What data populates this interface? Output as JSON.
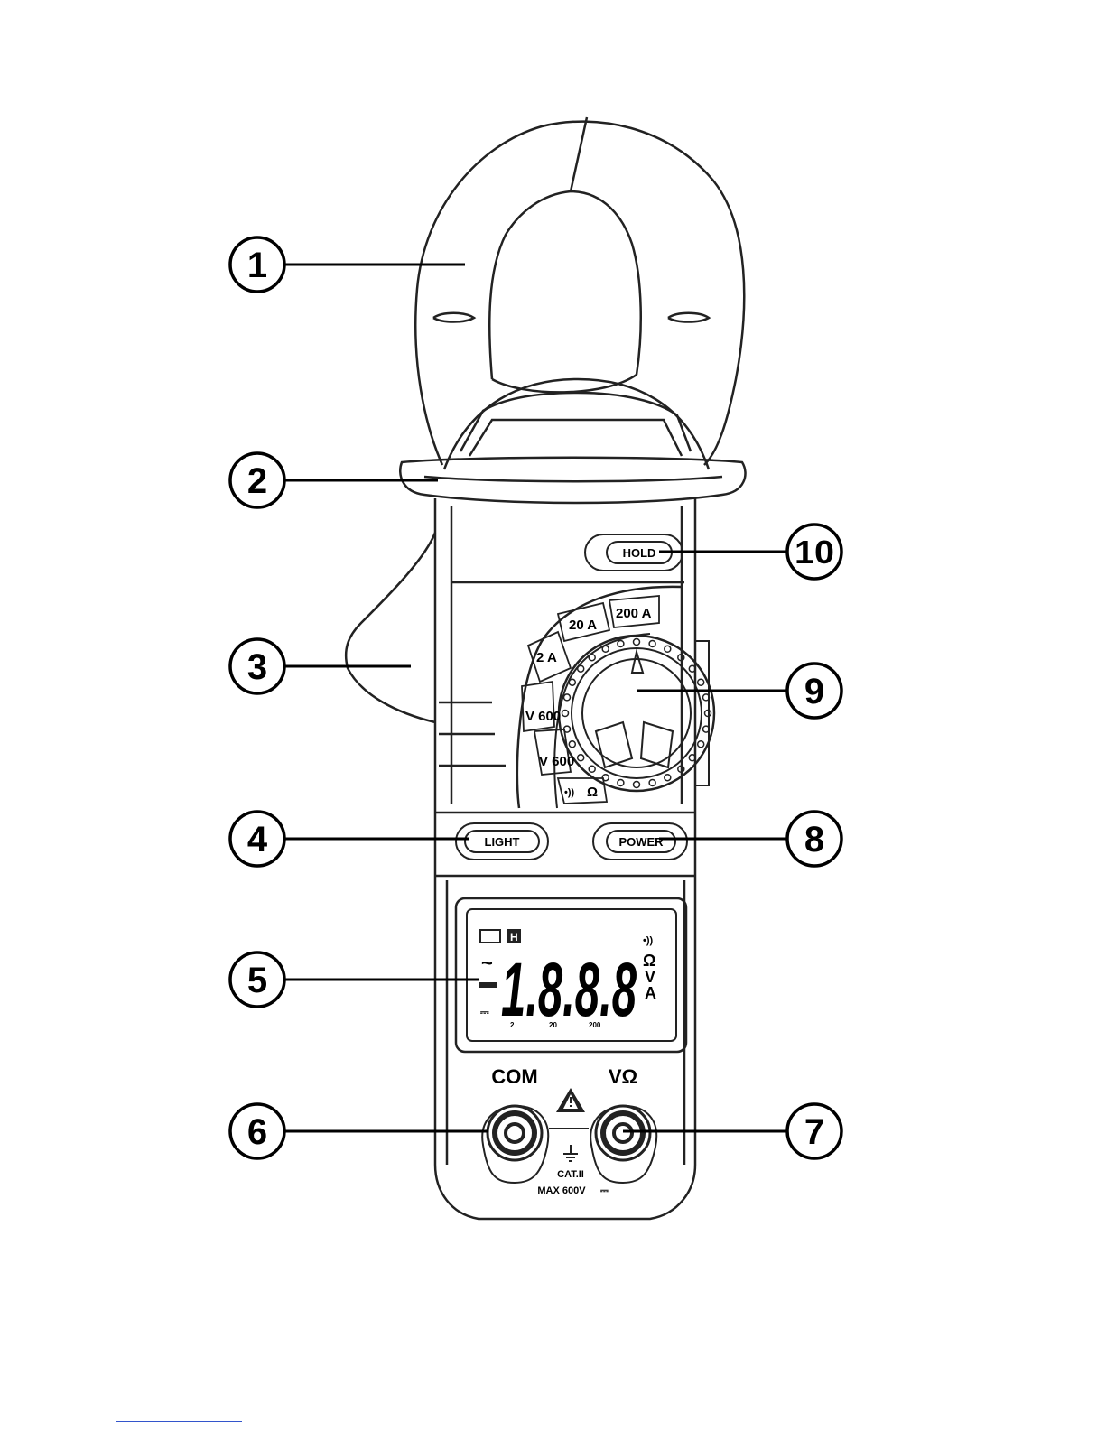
{
  "callouts": [
    {
      "id": "1",
      "label": "1"
    },
    {
      "id": "2",
      "label": "2"
    },
    {
      "id": "3",
      "label": "3"
    },
    {
      "id": "4",
      "label": "4"
    },
    {
      "id": "5",
      "label": "5"
    },
    {
      "id": "6",
      "label": "6"
    },
    {
      "id": "7",
      "label": "7"
    },
    {
      "id": "8",
      "label": "8"
    },
    {
      "id": "9",
      "label": "9"
    },
    {
      "id": "10",
      "label": "10"
    }
  ],
  "buttons": {
    "hold": "HOLD",
    "light": "LIGHT",
    "power": "POWER"
  },
  "dial": {
    "ranges": [
      "200 A",
      "20 A",
      "2 A",
      "V 600",
      "V 600",
      "Ω"
    ],
    "range_symbols": [
      "~",
      "~",
      "~",
      "~",
      "⎓",
      "•))"
    ]
  },
  "display": {
    "reading": "1.8.8.8",
    "units": [
      "Ω",
      "V",
      "A"
    ],
    "scale_marks": [
      "2",
      "20",
      "200"
    ],
    "hold_indicator": "H"
  },
  "jacks": {
    "com": "COM",
    "volt_ohm": "VΩ"
  },
  "ratings": {
    "category": "CAT.II",
    "max": "MAX 600V"
  }
}
